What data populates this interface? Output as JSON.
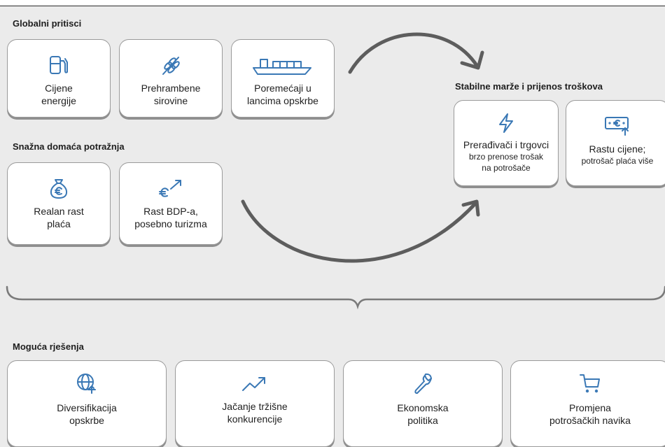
{
  "colors": {
    "accent": "#3a78b5",
    "background": "#ebebeb",
    "card": "#ffffff",
    "arrow": "#5d5d5d"
  },
  "global": {
    "heading": "Globalni pritisci",
    "cards": [
      {
        "line1": "Cijene",
        "line2": "energije",
        "icon": "fuel-pump-icon"
      },
      {
        "line1": "Prehrambene",
        "line2": "sirovine",
        "icon": "wheat-icon"
      },
      {
        "line1": "Poremećaji u",
        "line2": "lancima opskrbe",
        "icon": "cargo-ship-icon"
      }
    ]
  },
  "domestic": {
    "heading": "Snažna domaća potražnja",
    "cards": [
      {
        "line1": "Realan rast",
        "line2": "plaća",
        "icon": "money-bag-euro-icon"
      },
      {
        "line1": "Rast BDP-a,",
        "line2": "posebno turizma",
        "icon": "euro-growth-icon"
      }
    ]
  },
  "margins": {
    "heading": "Stabilne marže i prijenos troškova",
    "cards": [
      {
        "line1": "Prerađivači i trgovci",
        "line2": "brzo prenose trošak",
        "line3": "na potrošače",
        "icon": "lightning-icon"
      },
      {
        "line1": "Rastu cijene;",
        "line2": "potrošač plaća više",
        "icon": "euro-price-up-icon"
      }
    ]
  },
  "solutions": {
    "heading": "Moguća rješenja",
    "cards": [
      {
        "line1": "Diversifikacija",
        "line2": "opskrbe",
        "icon": "globe-arrows-icon"
      },
      {
        "line1": "Jačanje tržišne",
        "line2": "konkurencije",
        "icon": "trend-up-icon"
      },
      {
        "line1": "Ekonomska",
        "line2": "politika",
        "icon": "wrench-icon"
      },
      {
        "line1": "Promjena",
        "line2": "potrošačkih navika",
        "icon": "shopping-cart-icon"
      }
    ]
  }
}
